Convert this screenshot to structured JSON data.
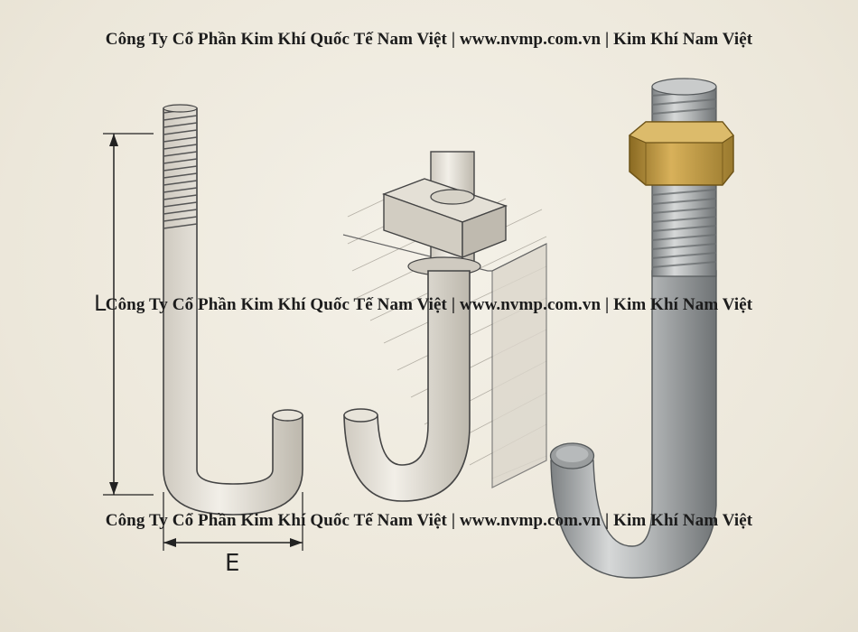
{
  "watermarks": {
    "top": "Công Ty Cổ Phần Kim Khí Quốc Tế Nam Việt | www.nvmp.com.vn | Kim Khí Nam Việt",
    "middle": "Công Ty Cổ Phần Kim Khí Quốc Tế Nam Việt | www.nvmp.com.vn | Kim Khí Nam Việt",
    "bottom": "Công Ty Cổ Phần Kim Khí Quốc Tế Nam Việt | www.nvmp.com.vn | Kim Khí Nam Việt"
  },
  "dimensions": {
    "length_label": "L",
    "hook_width_label": "E"
  },
  "colors": {
    "background": "#efebe0",
    "steel": "#b9bcbd",
    "brass_nut": "#c9a24a",
    "pencil": "#555555"
  }
}
